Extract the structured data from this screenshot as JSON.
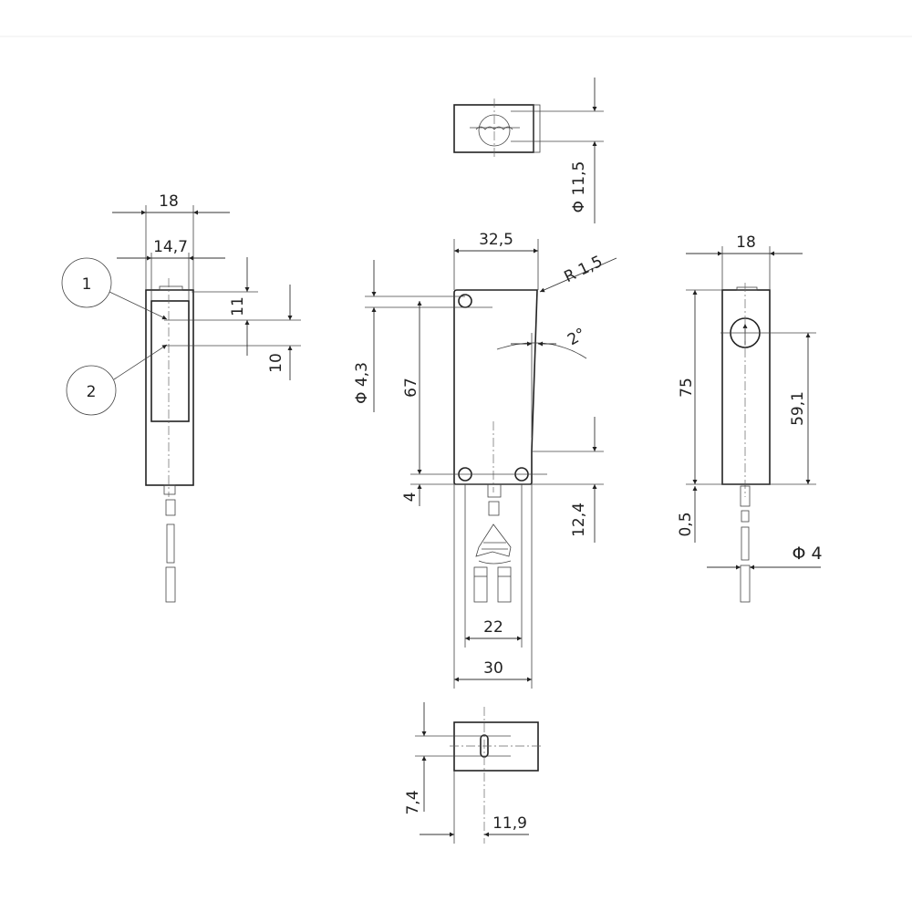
{
  "drawing": {
    "title": "Sensor dimensional drawing",
    "colors": {
      "line": "#222222",
      "background": "#ffffff"
    },
    "callouts": [
      {
        "number": "1"
      },
      {
        "number": "2"
      }
    ],
    "left_view": {
      "width": "18",
      "inner_width": "14,7",
      "offset_1": "11",
      "offset_2": "10"
    },
    "top_view": {
      "diameter": "Φ 11,5"
    },
    "front_view": {
      "width_top": "32,5",
      "radius": "R 1,5",
      "angle": "2°",
      "hole_diameter": "Φ 4,3",
      "hole_spacing_vertical": "67",
      "hole_offset_bottom": "4",
      "taper_height": "12,4",
      "hole_spacing_horizontal": "22",
      "width_bottom": "30"
    },
    "bottom_view": {
      "slot_height": "7,4",
      "slot_offset": "11,9"
    },
    "right_view": {
      "width": "18",
      "height": "75",
      "lens_height": "59,1",
      "gap": "0,5",
      "cable_diameter": "Φ 4"
    }
  }
}
